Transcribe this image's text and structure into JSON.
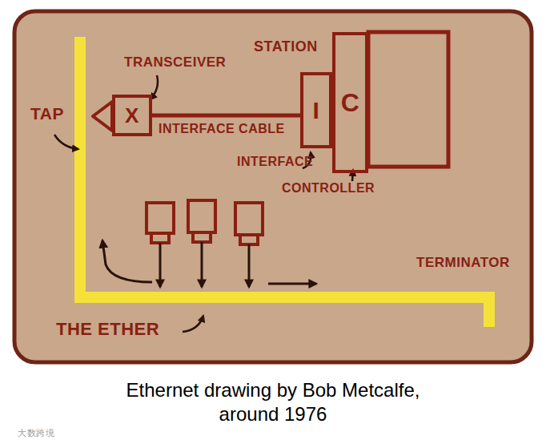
{
  "diagram": {
    "caption": "Ethernet drawing by Bob Metcalfe, around 1976",
    "nodes": [
      {
        "text": [
          "X"
        ]
      },
      {
        "text": [
          "STATION"
        ]
      },
      {
        "text": [
          "I"
        ],
        "in": 1
      },
      {
        "text": [
          "C"
        ],
        "in": 1
      }
    ],
    "edges": [
      {
        "from": 0,
        "to": 2,
        "label": "INTERFACE CABLE",
        "arrow": "none"
      }
    ],
    "labels": [
      "TRANSCEIVER",
      "TAP",
      "INTERFACE",
      "CONTROLLER",
      "THE ETHER",
      "TERMINATOR",
      "大数跨境"
    ]
  }
}
